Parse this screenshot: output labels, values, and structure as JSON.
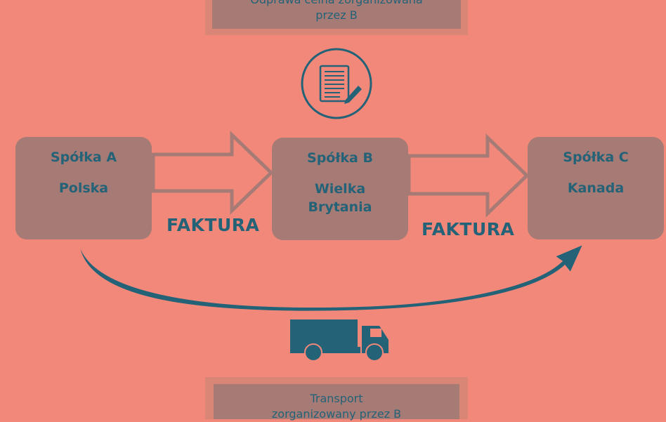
{
  "top_note": {
    "line1": "Odprawa celna zorganizowana",
    "line2": "przez B"
  },
  "bottom_note": {
    "line1": "Transport",
    "line2": "zorganizowany przez B"
  },
  "companies": [
    {
      "name": "Spółka A",
      "country": "Polska"
    },
    {
      "name": "Spółka B",
      "country": "Wielka Brytania"
    },
    {
      "name": "Spółka C",
      "country": "Kanada"
    }
  ],
  "invoice_labels": [
    "FAKTURA",
    "FAKTURA"
  ],
  "colors": {
    "background": "#f2887a",
    "box": "#a67b76",
    "accent": "#236277"
  }
}
